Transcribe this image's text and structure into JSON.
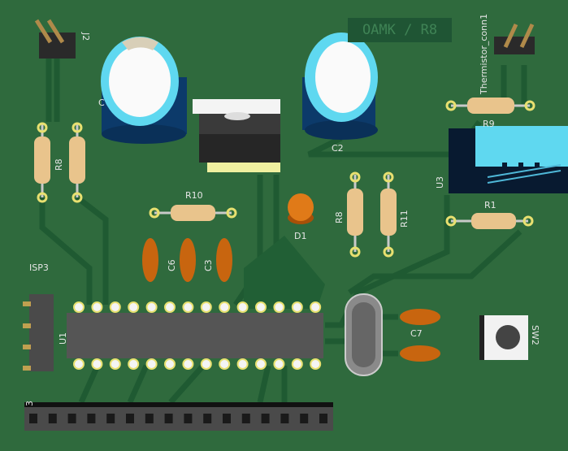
{
  "board": {
    "silkscreen_title": "OAMK / R8",
    "colors": {
      "board": "#2f6a3d",
      "trace": "#1f5a32",
      "silk": "#e6e6e6",
      "pad": "#e8e070",
      "resistor": "#e9c48c",
      "capacitor": "#c8650f",
      "electrolytic": "#5fd8f0"
    },
    "labels": {
      "j2": "J2",
      "c1": "C",
      "c2": "C2",
      "r8_left": "R8",
      "r10": "R10",
      "d1": "D1",
      "r8": "R8",
      "r11": "R11",
      "thermistor": "Thermistor_conn1",
      "r9": "R9",
      "u3": "U3",
      "r1": "R1",
      "isp3": "ISP3",
      "u1": "U1",
      "c6": "C6",
      "c3": "C3",
      "c7": "C7",
      "sw2": "SW2",
      "j3": "3"
    }
  }
}
